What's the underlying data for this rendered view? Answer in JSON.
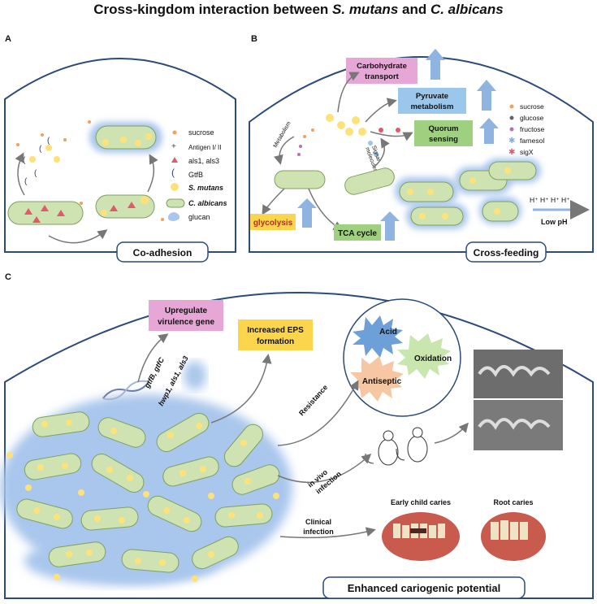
{
  "title": {
    "prefix": "Cross-kingdom interaction between ",
    "org1": "S. mutans",
    "and": " and ",
    "org2": "C. albicans"
  },
  "panels": {
    "a": "A",
    "b": "B",
    "c": "C"
  },
  "panel_a": {
    "legend": [
      "sucrose",
      "Antigen I/ II",
      "als1, als3",
      "GtfB",
      "S. mutans",
      "C. albicans",
      "glucan"
    ],
    "footer": "Co-adhesion"
  },
  "panel_b": {
    "carb": [
      "Carbohydrate",
      "transport"
    ],
    "pyruvate": [
      "Pyruvate",
      "metabolism"
    ],
    "quorum": [
      "Quorum",
      "sensing"
    ],
    "glycolysis": "glycolysis",
    "tca": "TCA cycle",
    "metabolism": "Metabolism",
    "signal": [
      "Signal",
      "molecules"
    ],
    "legend": [
      "sucrose",
      "glucose",
      "fructose",
      "farnesol",
      "sigX"
    ],
    "protons": "H⁺ H⁺ H⁺ H⁺",
    "lowph": "Low pH",
    "footer": "Cross-feeding"
  },
  "panel_c": {
    "upregulate": [
      "Upregulate",
      "virulence gene"
    ],
    "eps": [
      "Increased EPS",
      "formation"
    ],
    "genes1": "gtfB, gtfC",
    "genes2": "hwp1, als1, als3",
    "acid": "Acid",
    "oxidation": "Oxidation",
    "antiseptic": "Antiseptic",
    "resistance": "Resistance",
    "invivo": [
      "in vivo",
      "infection"
    ],
    "clinical": [
      "Clinical",
      "infection"
    ],
    "ecc": "Early child caries",
    "root": "Root caries",
    "footer": "Enhanced cariogenic potential"
  },
  "colors": {
    "hyphae": "#cfe3b2",
    "hyphae_stroke": "#7fa05e",
    "yeast": "#fde27a",
    "biofilm": "#a9c6ec",
    "magenta_box": "#e7a7d6",
    "blue_box": "#9cc7ec",
    "green_box": "#9fd07f",
    "yellow_box": "#fbd54c",
    "arrow_up": "#8fb4e2"
  }
}
